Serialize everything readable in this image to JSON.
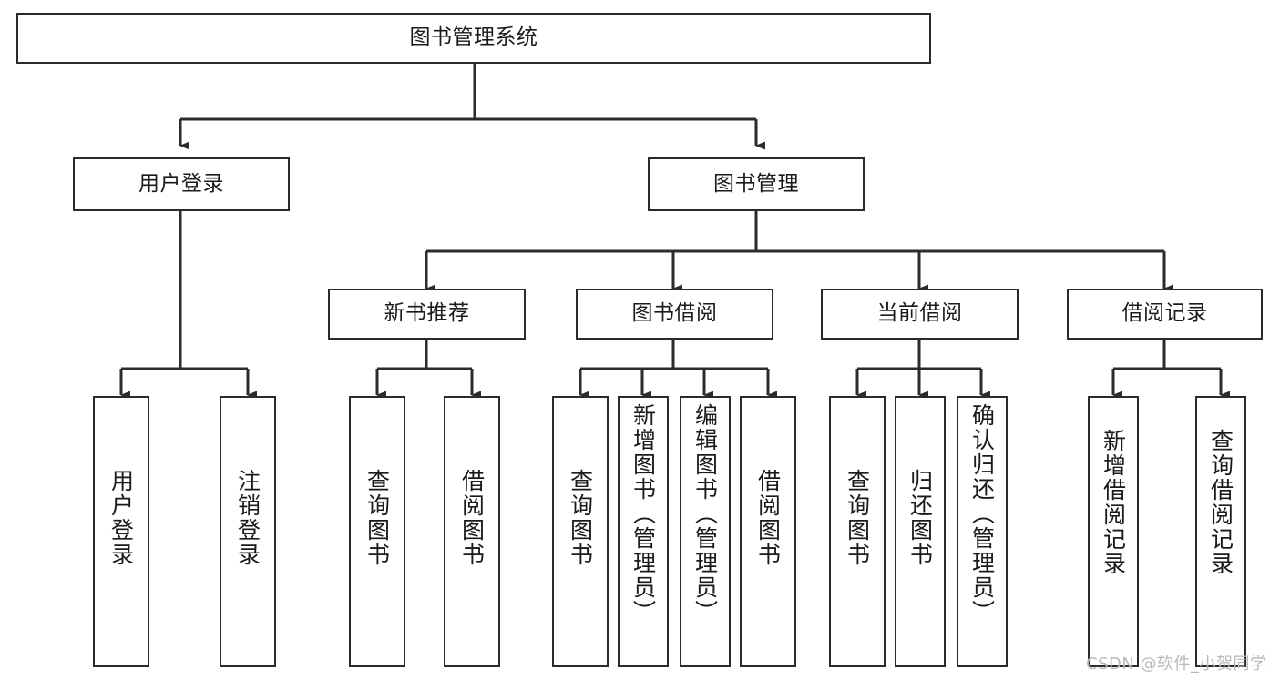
{
  "diagram": {
    "title": "图书管理系统",
    "type": "tree-hierarchy-chart",
    "background_color": "#ffffff",
    "line_color": "#2b2b2b",
    "text_color": "#1a1a1a"
  },
  "nodes": {
    "root": {
      "label": "图书管理系统"
    },
    "tier2": [
      {
        "id": "user-login",
        "label": "用户登录"
      },
      {
        "id": "book-manage",
        "label": "图书管理"
      }
    ],
    "tier3": [
      {
        "id": "new-book-recommend",
        "label": "新书推荐"
      },
      {
        "id": "book-borrow",
        "label": "图书借阅"
      },
      {
        "id": "current-borrow",
        "label": "当前借阅"
      },
      {
        "id": "borrow-record",
        "label": "借阅记录"
      }
    ],
    "leaves": [
      {
        "id": "leaf-user-login",
        "label": "用户登录",
        "parent": "user-login"
      },
      {
        "id": "leaf-logout-login",
        "label": "注销登录",
        "parent": "user-login"
      },
      {
        "id": "leaf-query-book-1",
        "label": "查询图书",
        "parent": "new-book-recommend"
      },
      {
        "id": "leaf-borrow-book-1",
        "label": "借阅图书",
        "parent": "new-book-recommend"
      },
      {
        "id": "leaf-query-book-2",
        "label": "查询图书",
        "parent": "book-borrow"
      },
      {
        "id": "leaf-add-book",
        "label": "新增图书（管理员）",
        "parent": "book-borrow"
      },
      {
        "id": "leaf-edit-book",
        "label": "编辑图书（管理员）",
        "parent": "book-borrow"
      },
      {
        "id": "leaf-borrow-book-2",
        "label": "借阅图书",
        "parent": "book-borrow"
      },
      {
        "id": "leaf-query-book-3",
        "label": "查询图书",
        "parent": "current-borrow"
      },
      {
        "id": "leaf-return-book",
        "label": "归还图书",
        "parent": "current-borrow"
      },
      {
        "id": "leaf-confirm-return",
        "label": "确认归还（管理员）",
        "parent": "current-borrow"
      },
      {
        "id": "leaf-add-record",
        "label": "新增借阅记录",
        "parent": "borrow-record"
      },
      {
        "id": "leaf-query-record",
        "label": "查询借阅记录",
        "parent": "borrow-record"
      }
    ]
  },
  "watermark": {
    "text": "CSDN @软件_小贺同学"
  }
}
